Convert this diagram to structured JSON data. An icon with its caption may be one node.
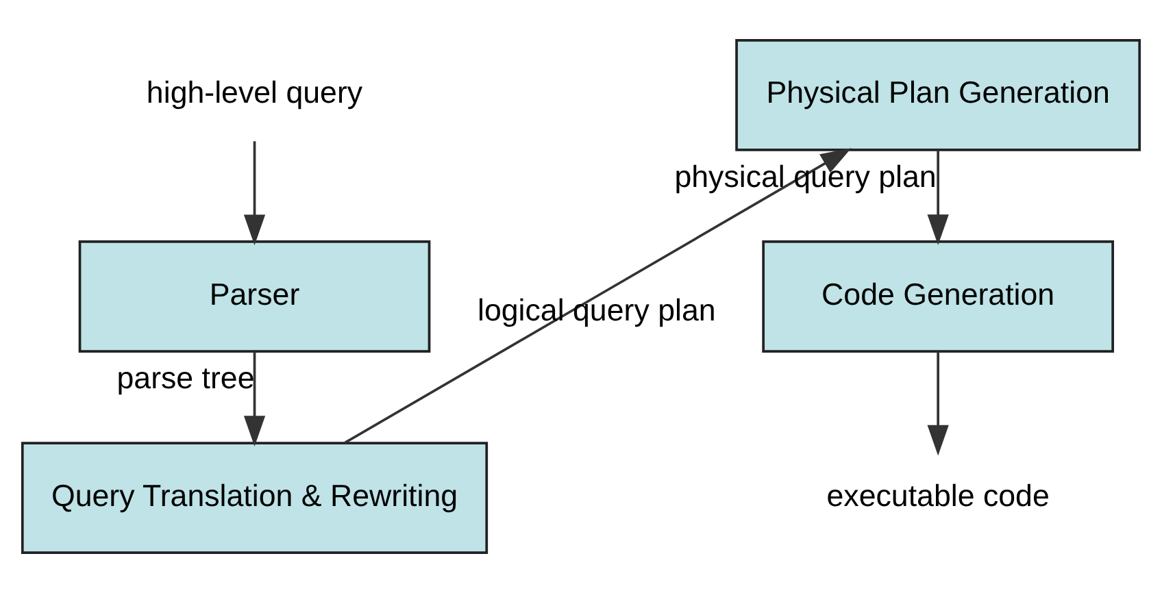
{
  "diagram": {
    "nodes": [
      {
        "text": [
          "high-level query"
        ]
      },
      {
        "text": [
          "Parser"
        ]
      },
      {
        "text": [
          "Query Translation & Rewriting"
        ]
      },
      {
        "text": [
          "Physical Plan Generation"
        ]
      },
      {
        "text": [
          "Code Generation"
        ]
      },
      {
        "text": [
          "executable code"
        ]
      }
    ],
    "edges": [
      {
        "from": 0,
        "to": 1,
        "arrow": "to"
      },
      {
        "from": 1,
        "to": 2,
        "arrow": "to",
        "label": "parse tree"
      },
      {
        "from": 2,
        "to": 3,
        "arrow": "to",
        "label": "logical query plan"
      },
      {
        "from": 3,
        "to": 4,
        "arrow": "to",
        "label": "physical query plan"
      },
      {
        "from": 4,
        "to": 5,
        "arrow": "to"
      }
    ]
  }
}
